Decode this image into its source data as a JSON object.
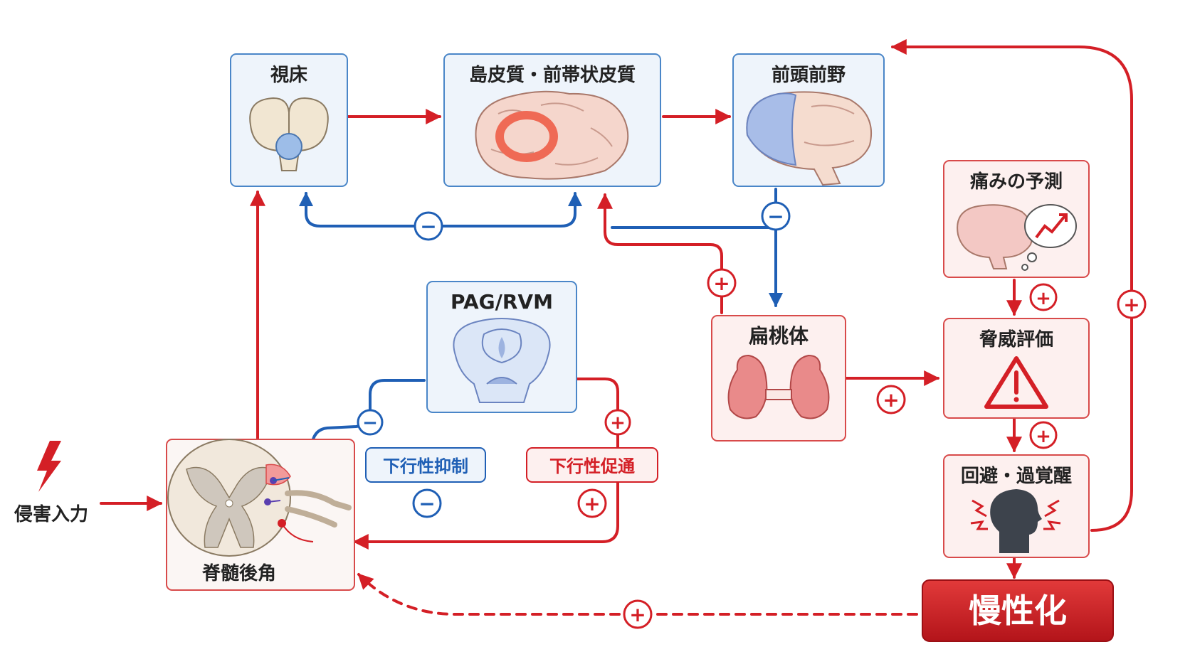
{
  "nodes": {
    "thalamus": "視床",
    "insula_acc": "島皮質・前帯状皮質",
    "prefrontal": "前頭前野",
    "pain_prediction": "痛みの予測",
    "pag_rvm": "PAG/RVM",
    "amygdala": "扁桃体",
    "threat_appraisal": "脅威評価",
    "avoidance": "回避・過覚醒",
    "dorsal_horn": "脊髄後角",
    "nociceptive_input": "侵害入力",
    "chronification": "慢性化"
  },
  "pathway_labels": {
    "descending_inhibition": "下行性抑制",
    "descending_facilitation": "下行性促通"
  },
  "signs": {
    "plus": "+",
    "minus": "−"
  },
  "colors": {
    "excitatory": "#d41f26",
    "inhibitory": "#1f5fb5",
    "node_blue_fill": "#eef4fb",
    "node_red_fill": "#fdf0ef",
    "chronic_fill": "#c8191f"
  },
  "icons": {
    "thalamus": "thalamus-icon",
    "insula_acc": "brain-insula-highlight-icon",
    "prefrontal": "brain-prefrontal-highlight-icon",
    "pain_prediction": "brain-thought-bubble-icon",
    "pag_rvm": "brainstem-section-icon",
    "amygdala": "amygdala-icon",
    "threat_appraisal": "warning-triangle-icon",
    "avoidance": "head-alert-icon",
    "dorsal_horn": "spinal-cord-section-icon",
    "nociceptive_input": "lightning-icon"
  }
}
